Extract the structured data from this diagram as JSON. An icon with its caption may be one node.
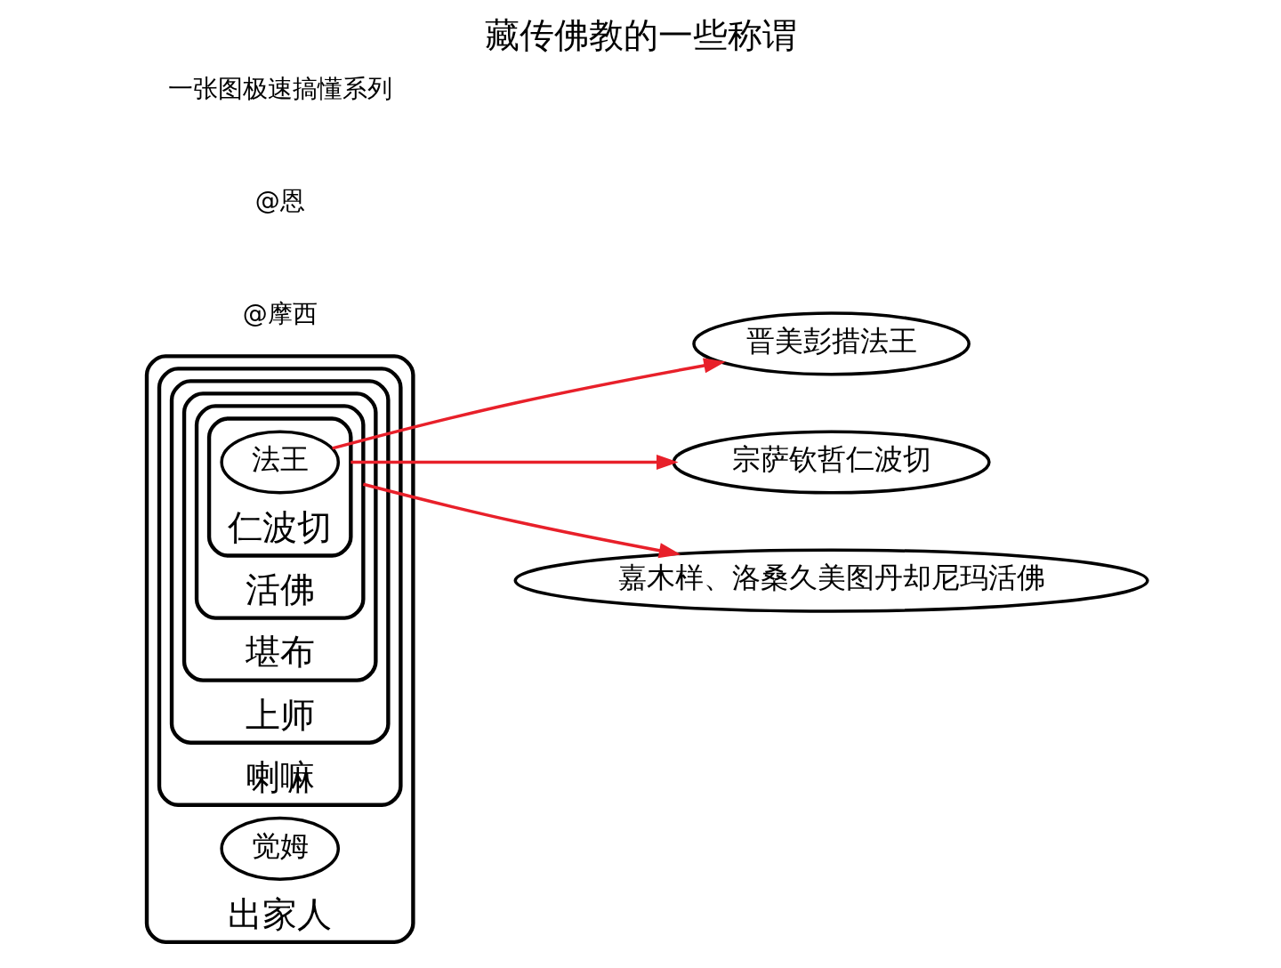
{
  "diagram": {
    "title": "藏传佛教的一些称谓",
    "nodes": [
      {
        "text": [
          "出家人"
        ]
      },
      {
        "text": [
          "喇嘛"
        ],
        "in": 0
      },
      {
        "text": [
          "上师"
        ],
        "in": 1
      },
      {
        "text": [
          "堪布"
        ],
        "in": 2
      },
      {
        "text": [
          "活佛"
        ],
        "in": 3
      },
      {
        "text": [
          "仁波切"
        ],
        "in": 4
      },
      {
        "text": [
          "法王"
        ],
        "in": 5
      },
      {
        "text": [
          "觉姆"
        ],
        "in": 0
      },
      {
        "text": [
          "晋美彭措法王"
        ]
      },
      {
        "text": [
          "宗萨钦哲仁波切"
        ]
      },
      {
        "text": [
          "嘉木样、洛桑久美图丹却尼玛活佛"
        ]
      }
    ],
    "edges": [
      {
        "from": 6,
        "to": 8,
        "arrow": "to",
        "color": "#e8202a"
      },
      {
        "from": 5,
        "to": 9,
        "arrow": "to",
        "color": "#e8202a"
      },
      {
        "from": 4,
        "to": 10,
        "arrow": "to",
        "color": "#e8202a"
      }
    ],
    "labels": [
      "@摩西",
      "@恩",
      "一张图极速搞懂系列"
    ]
  }
}
